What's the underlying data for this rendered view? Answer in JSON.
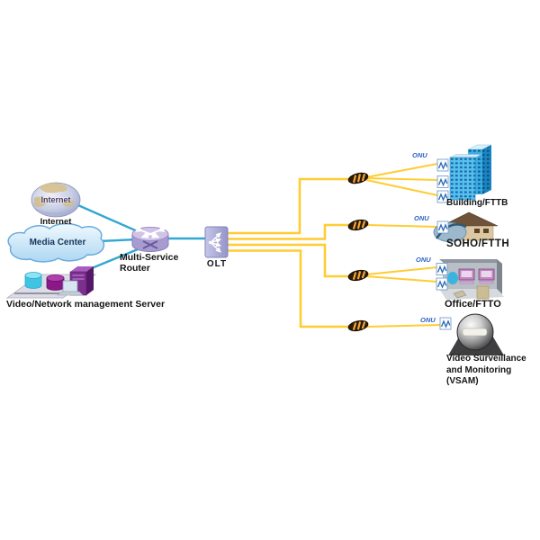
{
  "diagram": {
    "type": "network-topology",
    "nodes": {
      "internet": {
        "globe_text": "Internet",
        "label": "Internet"
      },
      "media_center": {
        "label": "Media Center"
      },
      "server": {
        "label": "Video/Network management Server"
      },
      "router": {
        "label_line1": "Multi-Service",
        "label_line2": "Router"
      },
      "olt": {
        "label": "OLT"
      },
      "building": {
        "onu": "ONU",
        "label": "Building/FTTB"
      },
      "soho": {
        "onu": "ONU",
        "label": "SOHO/FTTH"
      },
      "office": {
        "onu": "ONU",
        "label": "Office/FTTO"
      },
      "vsam": {
        "onu": "ONU",
        "label_line1": "Video Surveillance",
        "label_line2": "and Monitoring",
        "label_line3": "(VSAM)"
      }
    },
    "connections": [
      {
        "from": "Internet",
        "to": "Multi-Service Router",
        "medium": "ethernet"
      },
      {
        "from": "Media Center",
        "to": "Multi-Service Router",
        "medium": "ethernet"
      },
      {
        "from": "Video/Network management Server",
        "to": "Multi-Service Router",
        "medium": "ethernet"
      },
      {
        "from": "Multi-Service Router",
        "to": "OLT",
        "medium": "ethernet"
      },
      {
        "from": "OLT",
        "to": "splitter-1",
        "medium": "fiber"
      },
      {
        "from": "OLT",
        "to": "splitter-2",
        "medium": "fiber"
      },
      {
        "from": "OLT",
        "to": "splitter-3",
        "medium": "fiber"
      },
      {
        "from": "OLT",
        "to": "splitter-4",
        "medium": "fiber"
      },
      {
        "from": "splitter-1",
        "to": "Building/FTTB ONU x3",
        "medium": "fiber"
      },
      {
        "from": "splitter-2",
        "to": "SOHO/FTTH ONU",
        "medium": "fiber"
      },
      {
        "from": "splitter-3",
        "to": "Office/FTTO ONU x2",
        "medium": "fiber"
      },
      {
        "from": "splitter-4",
        "to": "VSAM ONU",
        "medium": "fiber"
      }
    ],
    "colors": {
      "fiber_line": "#FFCC33",
      "ethernet_line": "#33A7D3",
      "olt_box": "#A6A6D6",
      "onu_text": "#3064C2",
      "label_text": "#141414",
      "background": "#FFFFFF"
    }
  }
}
